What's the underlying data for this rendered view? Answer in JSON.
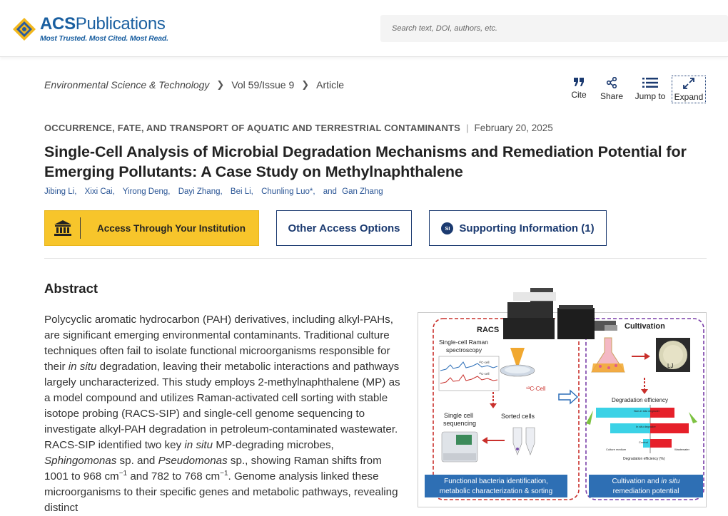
{
  "header": {
    "logo_name_a": "ACS",
    "logo_name_b": "Publications",
    "logo_tagline": "Most Trusted. Most Cited. Most Read.",
    "search_placeholder": "Search text, DOI, authors, etc."
  },
  "breadcrumb": {
    "journal": "Environmental Science & Technology",
    "issue": "Vol 59/Issue 9",
    "type": "Article"
  },
  "tools": {
    "cite": "Cite",
    "share": "Share",
    "jump": "Jump to",
    "expand": "Expand"
  },
  "article": {
    "section": "Occurrence, Fate, and Transport of Aquatic and Terrestrial Contaminants",
    "date": "February 20, 2025",
    "title": "Single-Cell Analysis of Microbial Degradation Mechanisms and Remediation Potential for Emerging Pollutants: A Case Study on Methylnaphthalene",
    "authors": [
      "Jibing Li,",
      "Xixi Cai,",
      "Yirong Deng,",
      "Dayi Zhang,",
      "Bei Li,",
      "Chunling Luo*,"
    ],
    "authors_and": "and",
    "author_last": "Gan Zhang"
  },
  "actions": {
    "institution": "Access Through Your Institution",
    "other": "Other Access Options",
    "si_badge": "SI",
    "supporting": "Supporting Information (1)"
  },
  "abstract": {
    "heading": "Abstract",
    "text_1": "Polycyclic aromatic hydrocarbon (PAH) derivatives, including alkyl-PAHs, are significant emerging environmental contaminants. Traditional culture techniques often fail to isolate functional microorganisms responsible for their ",
    "in_situ": "in situ",
    "text_2": " degradation, leaving their metabolic interactions and pathways largely uncharacterized. This study employs 2-methylnaphthalene (MP) as a model compound and utilizes Raman-activated cell sorting with stable isotope probing (RACS-SIP) and single-cell genome sequencing to investigate alkyl-PAH degradation in petroleum-contaminated wastewater. RACS-SIP identified two key ",
    "text_3": " MP-degrading microbes, ",
    "sphingo": "Sphingomonas",
    "text_4": " sp. and ",
    "pseudo": "Pseudomonas",
    "text_5": " sp., showing Raman shifts from 1001 to 968 cm",
    "sup": "−1",
    "text_6": " and 782 to 768 cm",
    "text_7": ". Genome analysis linked these microorganisms to their specific genes and metabolic pathways, revealing distinct"
  },
  "graphic": {
    "racs": "RACS",
    "cultivation": "Cultivation",
    "raman": "Single-cell Raman",
    "spectroscopy": "spectroscopy",
    "ccell": "¹³C-Cell",
    "sorted": "Sorted cells",
    "single_cell": "Single cell",
    "sequencing": "sequencing",
    "degr_eff": "Degradation efficiency",
    "degr_eff_axis": "Degradation efficiency (%)",
    "left_box_1": "Functional bacteria identification,",
    "left_box_2": "metabolic characterization & sorting",
    "right_box_1": "Cultivation and ",
    "right_box_it": "in situ",
    "right_box_2": "remediation potential",
    "plate_label": "LJ",
    "legend_a": "Non-in situ degrader",
    "legend_b": "In situ degrader",
    "legend_c": "Control",
    "legend_d": "Culture medium",
    "legend_e": "Wastewater",
    "peak_a": "¹²C-cell",
    "peak_b": "¹³C-cell"
  }
}
